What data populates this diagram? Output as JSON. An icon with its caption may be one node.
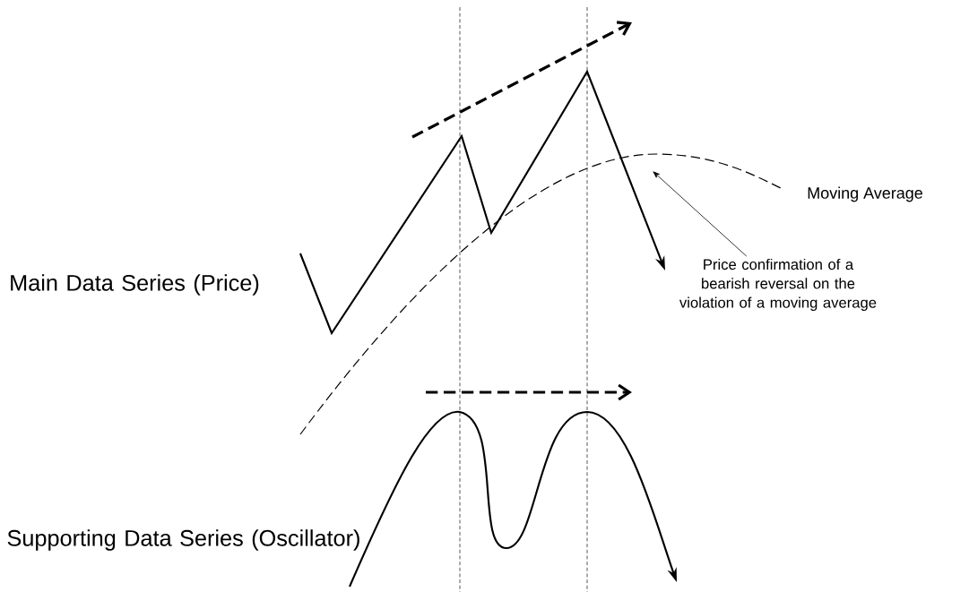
{
  "diagram": {
    "nodes": [
      {
        "text": [
          "Price confirmation of a bearish reversal on the violation of a moving average"
        ]
      },
      {
        "text": [],
        "shape": "curve"
      }
    ],
    "edges": [
      {
        "from": 0,
        "to": 1,
        "arrow": "to"
      }
    ],
    "labels": [
      "Moving Average",
      "Main Data Series (Price)",
      "Supporting Data Series (Oscillator)"
    ]
  }
}
